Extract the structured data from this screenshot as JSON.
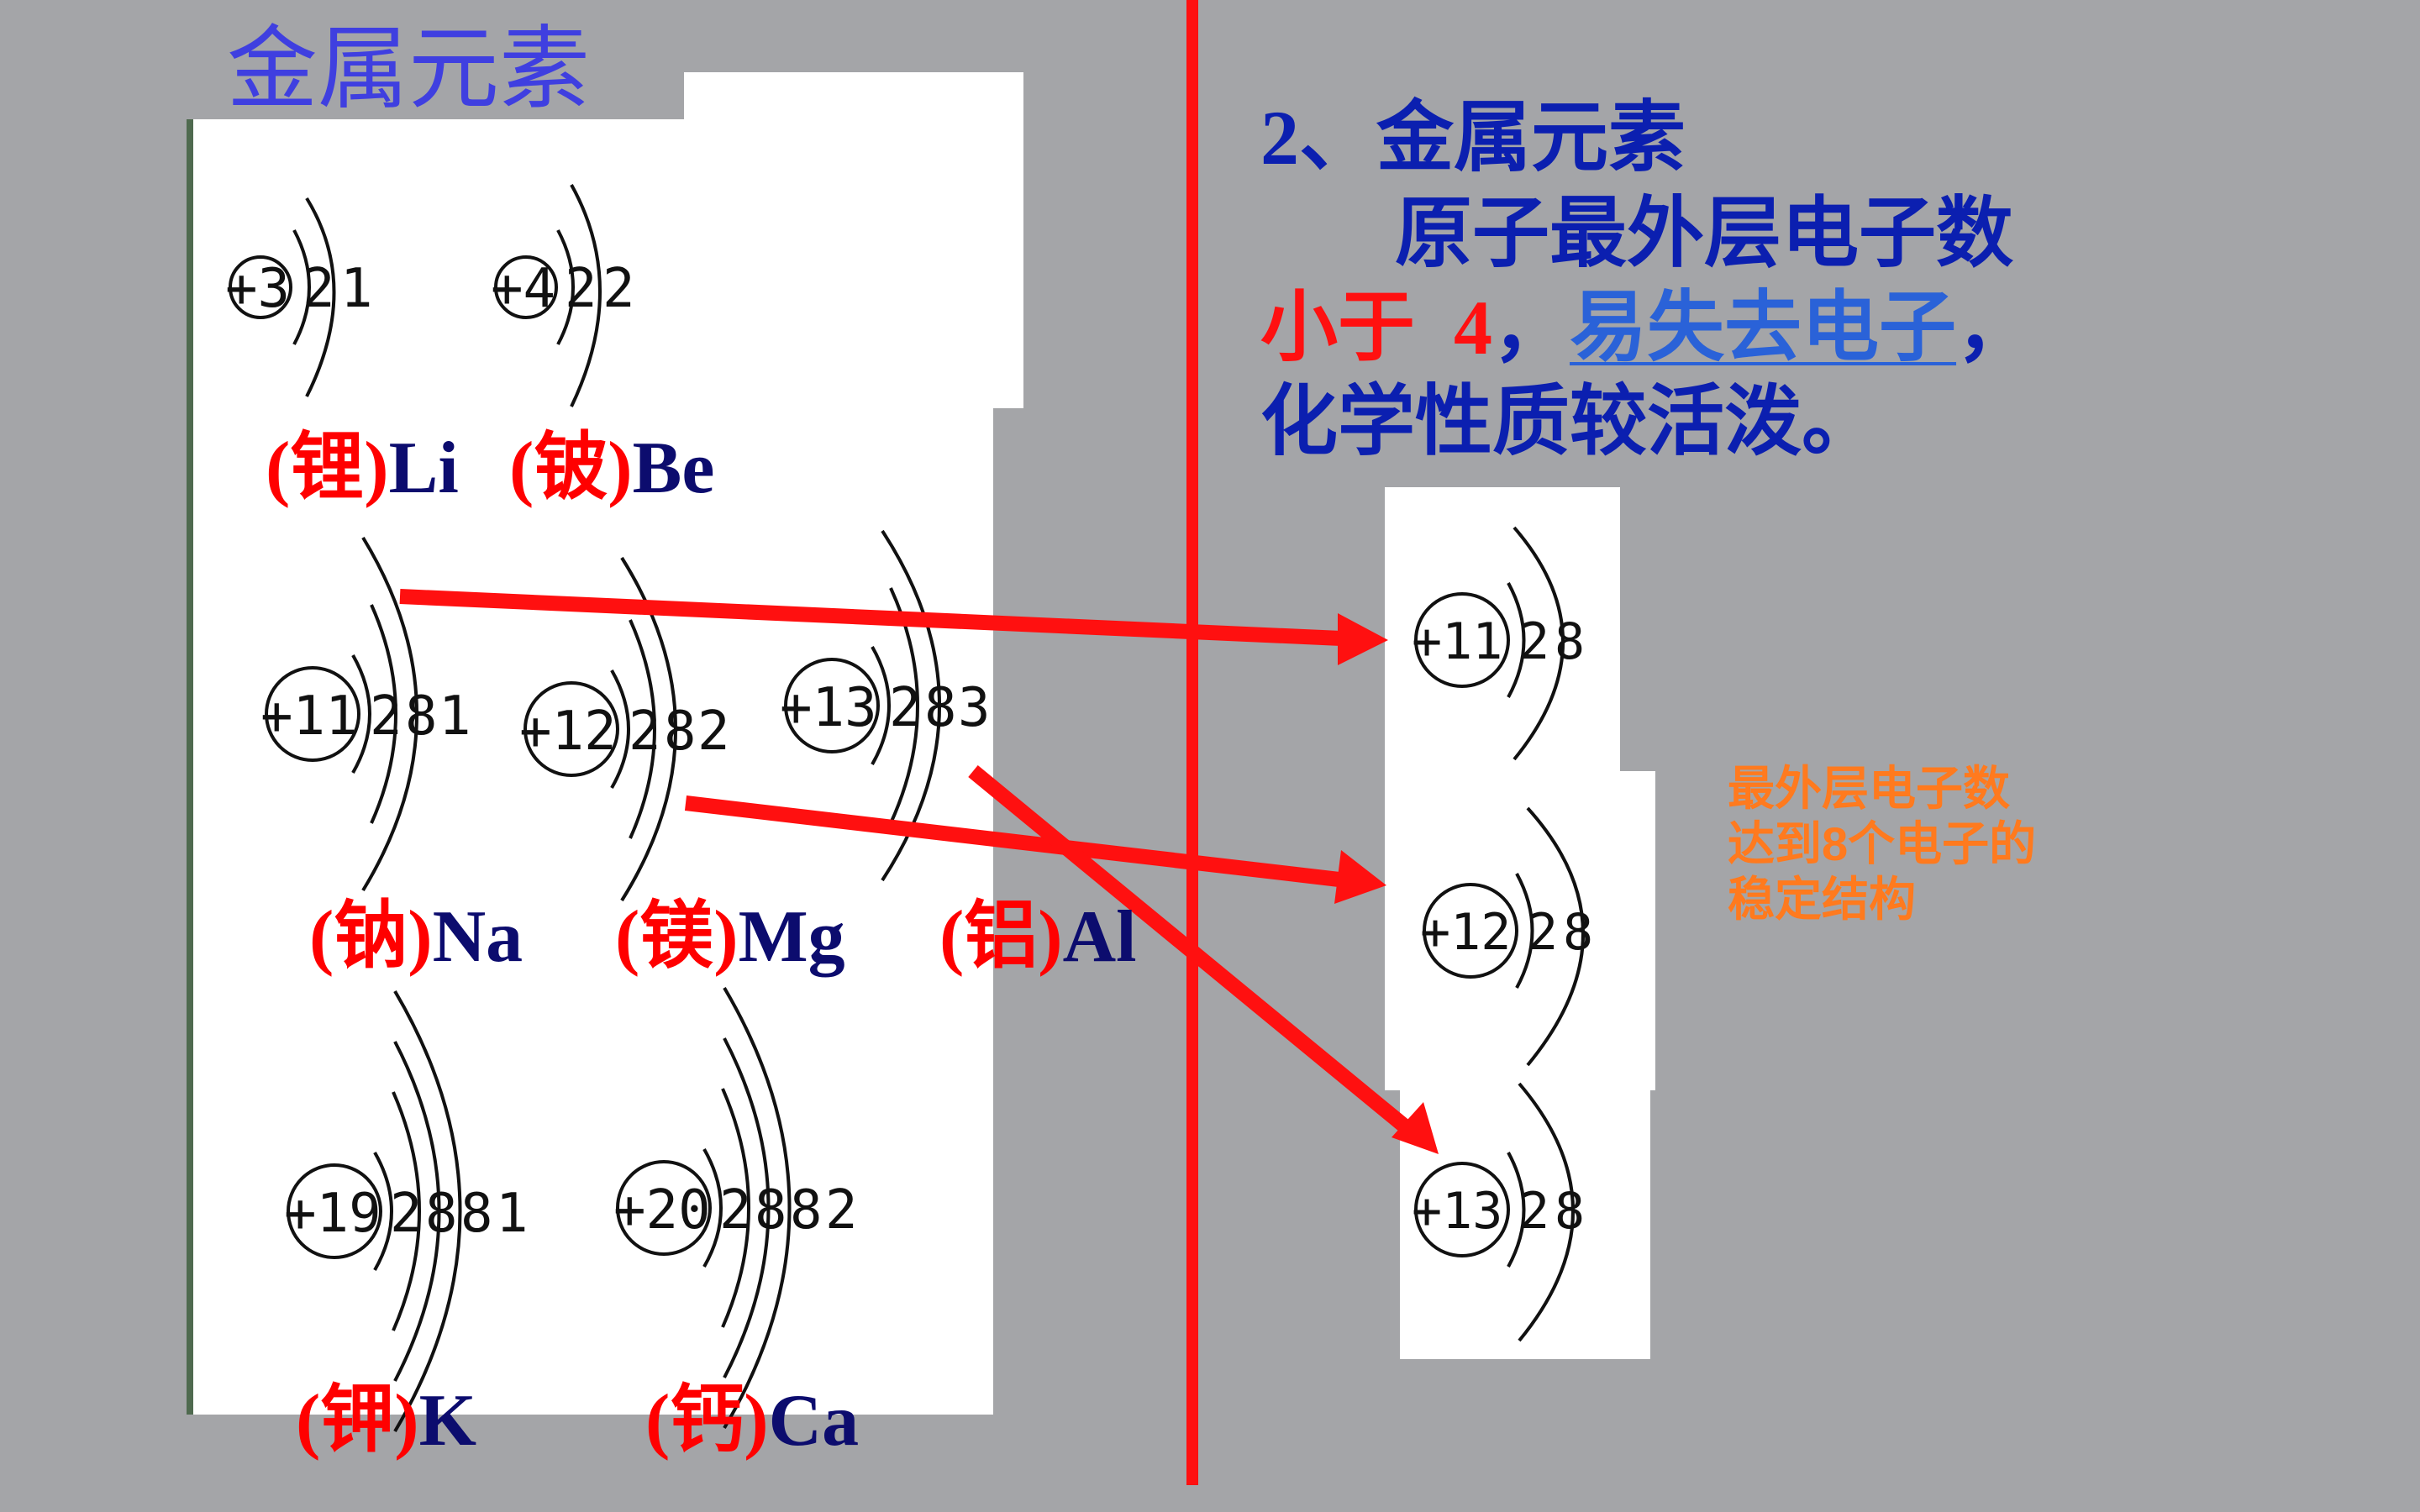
{
  "panel_title": "金属元素",
  "elements": [
    {
      "cn": "(锂)",
      "sym": "Li",
      "nucleus": "+3",
      "shells": [
        "2",
        "1"
      ]
    },
    {
      "cn": "(铍)",
      "sym": "Be",
      "nucleus": "+4",
      "shells": [
        "2",
        "2"
      ]
    },
    {
      "cn": "(钠)",
      "sym": "Na",
      "nucleus": "+11",
      "shells": [
        "2",
        "8",
        "1"
      ]
    },
    {
      "cn": "(镁)",
      "sym": "Mg",
      "nucleus": "+12",
      "shells": [
        "2",
        "8",
        "2"
      ]
    },
    {
      "cn": "(铝)",
      "sym": "Al",
      "nucleus": "+13",
      "shells": [
        "2",
        "8",
        "3"
      ]
    },
    {
      "cn": "(钾)",
      "sym": "K",
      "nucleus": "+19",
      "shells": [
        "2",
        "8",
        "8",
        "1"
      ]
    },
    {
      "cn": "(钙)",
      "sym": "Ca",
      "nucleus": "+20",
      "shells": [
        "2",
        "8",
        "8",
        "2"
      ]
    }
  ],
  "ions": [
    {
      "nucleus": "+11",
      "shells": [
        "2",
        "8"
      ]
    },
    {
      "nucleus": "+12",
      "shells": [
        "2",
        "8"
      ]
    },
    {
      "nucleus": "+13",
      "shells": [
        "2",
        "8"
      ]
    }
  ],
  "text": {
    "heading": "2、金属元素",
    "line1": "原子最外层电子数",
    "line2_red": "小于  4",
    "line2_sep": "，",
    "line2_link": "易失去电子",
    "line2_end": "，",
    "line3": "化学性质较活泼。"
  },
  "note": [
    "最外层电子数",
    "达到8个电子的",
    "稳定结构"
  ],
  "colors": {
    "background": "#a4a5a8",
    "arrow": "#ff1010",
    "title": "#3f3fe0",
    "body_text": "#0b1fb0",
    "note": "#ff7a1e"
  }
}
